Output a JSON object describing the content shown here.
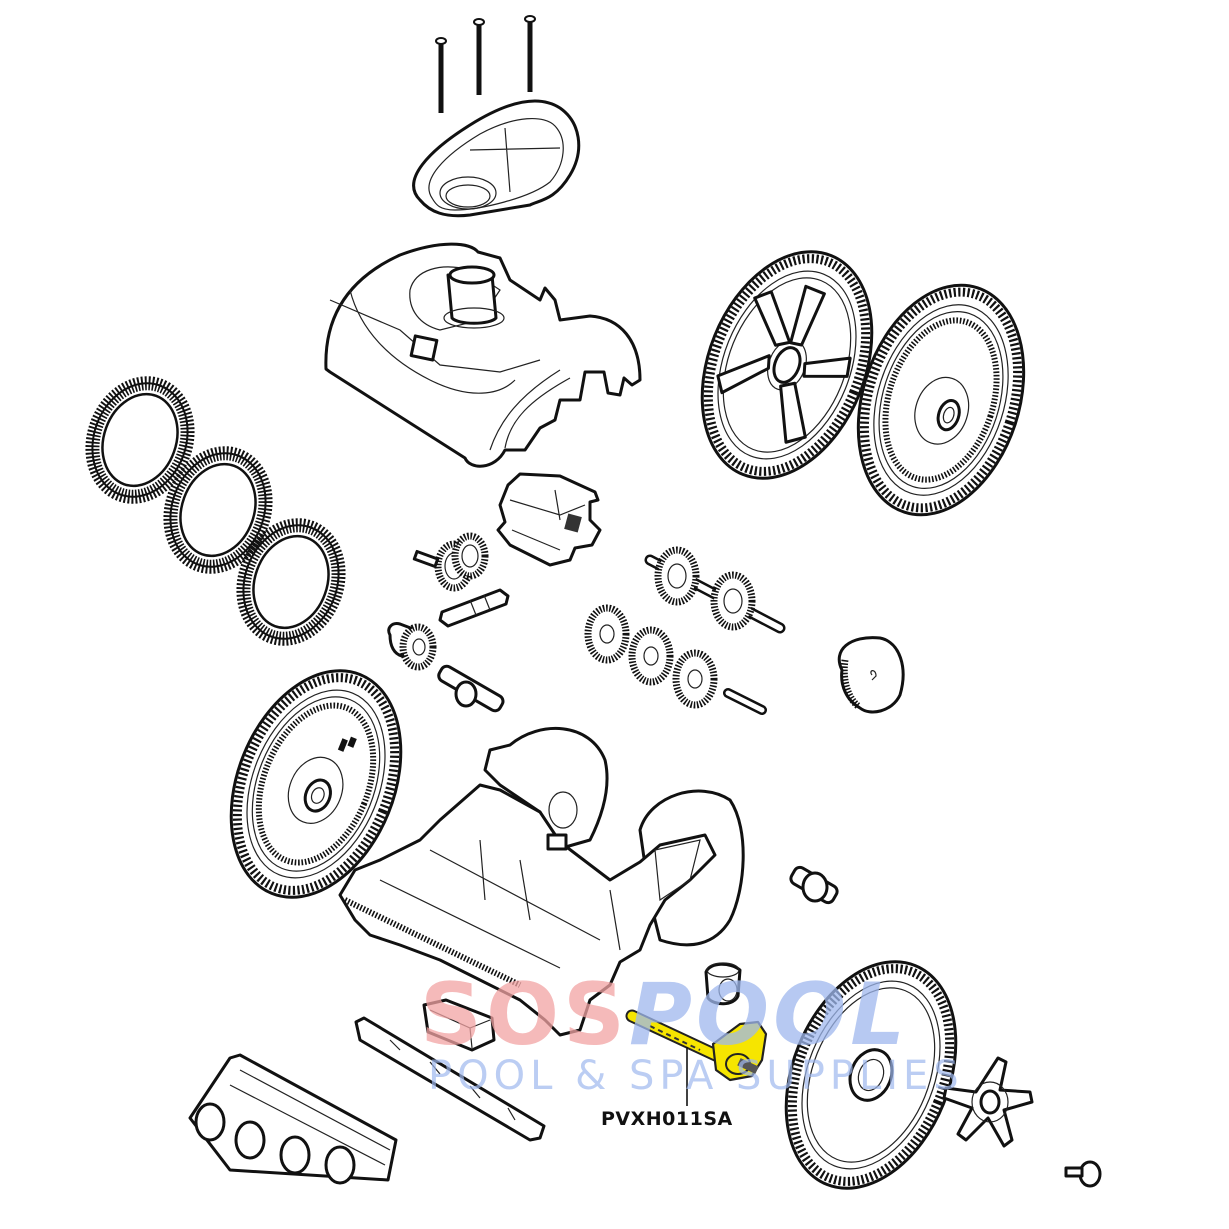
{
  "diagram": {
    "type": "exploded-parts-diagram",
    "highlighted_part": {
      "part_number": "PVXH011SA",
      "highlight_color": "#f6e500"
    },
    "watermark": {
      "brand_red": "SOS",
      "brand_blue": "POOL",
      "tagline": "POOL & SPA SUPPLIES",
      "red_color": "#f2a3a3",
      "blue_color": "#9fb8ee"
    },
    "parts": [
      {
        "id": "screws",
        "icon": "screw-icon",
        "count": 3
      },
      {
        "id": "top-cover",
        "icon": "cover-icon"
      },
      {
        "id": "body-shell",
        "icon": "body-shell-icon"
      },
      {
        "id": "rear-wheel-spoked",
        "icon": "wheel-icon"
      },
      {
        "id": "rear-wheel-inner",
        "icon": "wheel-icon"
      },
      {
        "id": "tire-rings",
        "icon": "ring-icon",
        "count": 3
      },
      {
        "id": "turbine-housing",
        "icon": "housing-icon"
      },
      {
        "id": "small-gear-pair",
        "icon": "gear-icon"
      },
      {
        "id": "vane",
        "icon": "vane-icon"
      },
      {
        "id": "pinion-gear",
        "icon": "gear-icon"
      },
      {
        "id": "drive-shaft-small",
        "icon": "shaft-icon"
      },
      {
        "id": "axle-gear-assembly",
        "icon": "axle-icon"
      },
      {
        "id": "idler-gears",
        "icon": "gear-icon",
        "count": 3
      },
      {
        "id": "pin",
        "icon": "pin-icon"
      },
      {
        "id": "gearbox-cap",
        "icon": "cap-icon"
      },
      {
        "id": "front-wheel-left",
        "icon": "wheel-icon"
      },
      {
        "id": "chassis",
        "icon": "chassis-icon"
      },
      {
        "id": "coupler",
        "icon": "coupler-icon"
      },
      {
        "id": "bushing",
        "icon": "bushing-icon"
      },
      {
        "id": "axle-arm",
        "icon": "axle-arm-icon",
        "highlighted": true
      },
      {
        "id": "front-wheel-right",
        "icon": "wheel-icon"
      },
      {
        "id": "hubcap-star",
        "icon": "hubcap-icon"
      },
      {
        "id": "hub-screw",
        "icon": "screw-icon"
      },
      {
        "id": "skirt-clip",
        "icon": "clip-icon"
      },
      {
        "id": "skirt-strip",
        "icon": "strip-icon"
      },
      {
        "id": "roller-skirt",
        "icon": "roller-icon"
      }
    ]
  }
}
